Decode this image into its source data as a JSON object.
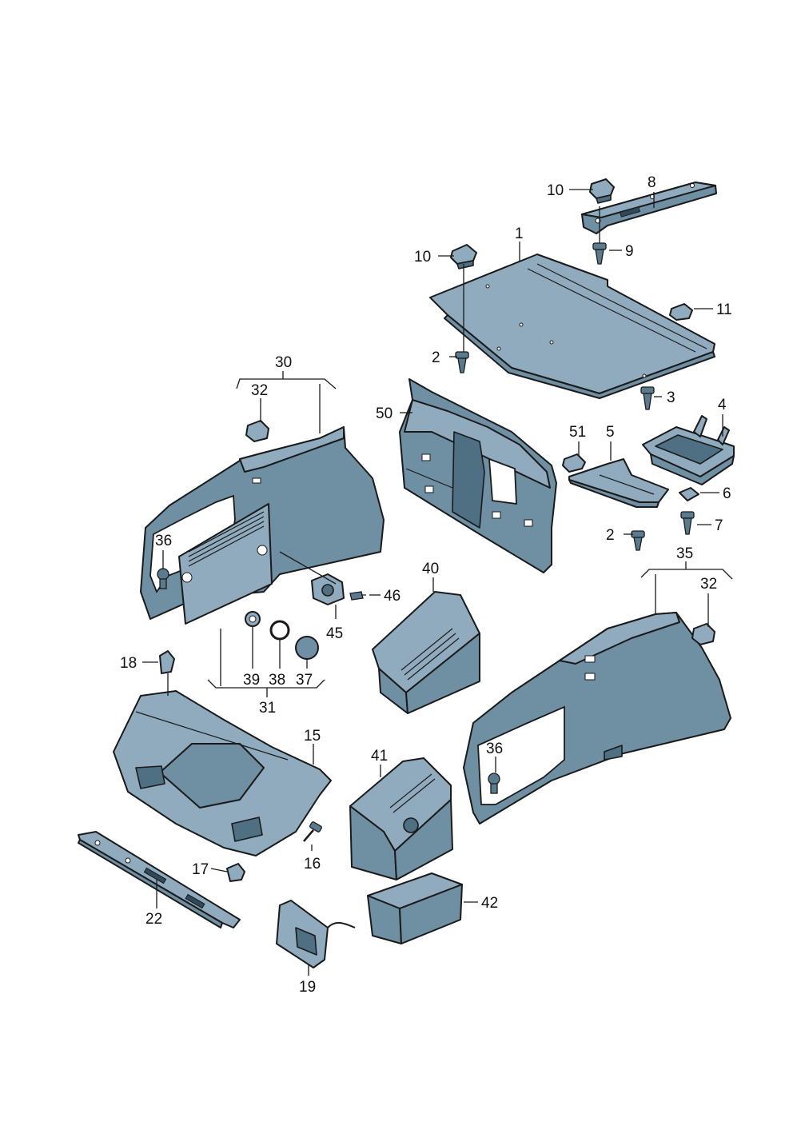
{
  "labels": {
    "p1": "1",
    "p2a": "2",
    "p2b": "2",
    "p3": "3",
    "p4": "4",
    "p5": "5",
    "p6": "6",
    "p7": "7",
    "p8": "8",
    "p9": "9",
    "p10a": "10",
    "p10b": "10",
    "p11": "11",
    "p15": "15",
    "p16": "16",
    "p17": "17",
    "p18": "18",
    "p19": "19",
    "p22": "22",
    "p30": "30",
    "p31": "31",
    "p32a": "32",
    "p32b": "32",
    "p35": "35",
    "p36a": "36",
    "p36b": "36",
    "p37": "37",
    "p38": "38",
    "p39": "39",
    "p40": "40",
    "p41": "41",
    "p42": "42",
    "p45": "45",
    "p46": "46",
    "p50": "50",
    "p51": "51"
  },
  "colors": {
    "part_fill": "#6f8fa3",
    "part_light": "#8fabbd",
    "outline": "#1a1a1a"
  }
}
